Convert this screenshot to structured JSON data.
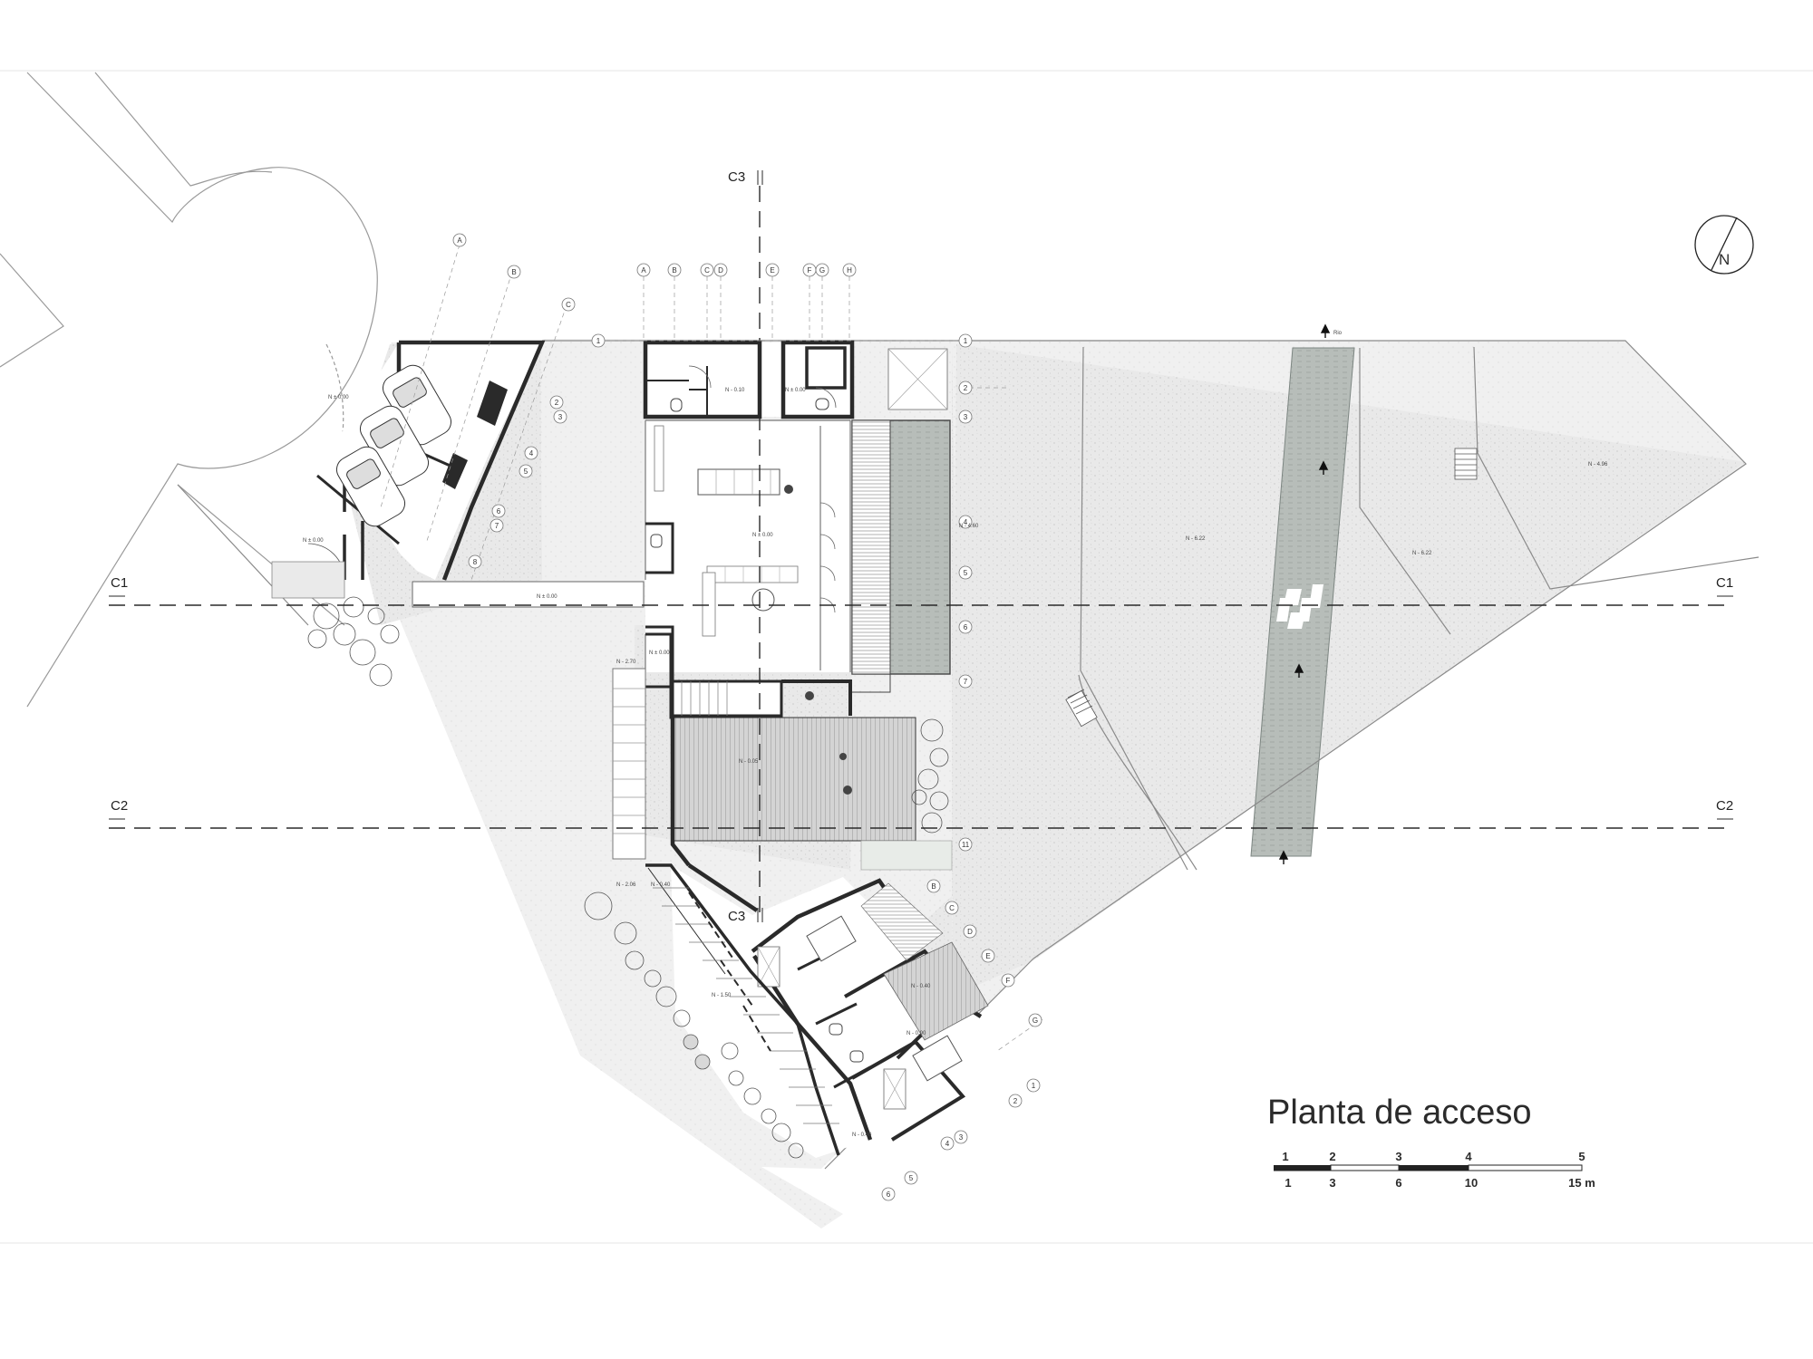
{
  "title": "Planta de acceso",
  "north_label": "N",
  "sections": {
    "c1": "C1",
    "c2": "C2",
    "c3": "C3"
  },
  "scale_bar": {
    "top_ticks": [
      "1",
      "2",
      "3",
      "4",
      "5"
    ],
    "bottom_ticks": [
      "1",
      "3",
      "6",
      "10",
      "15 m"
    ]
  },
  "grid_letters_top": [
    "A",
    "B",
    "C",
    "D",
    "E",
    "F",
    "G",
    "H"
  ],
  "grid_letters_garage": [
    "A",
    "B",
    "C"
  ],
  "grid_numbers_main": [
    "1",
    "2",
    "3",
    "4",
    "5",
    "6",
    "7",
    "11"
  ],
  "grid_numbers_garage": [
    "1",
    "2",
    "3",
    "4",
    "5",
    "6",
    "7",
    "8"
  ],
  "grid_letters_wing": [
    "B",
    "C",
    "D",
    "E",
    "F",
    "G"
  ],
  "grid_numbers_wing": [
    "1",
    "2",
    "3",
    "4",
    "5",
    "6"
  ],
  "levels": {
    "garage": "N ± 0.00",
    "patio": "N ± 0.00",
    "walkway": "N ± 0.00",
    "service": "N - 0.10",
    "bath_top": "N ± 0.00",
    "living": "N ± 0.00",
    "hall": "N ± 0.00",
    "pool": "N - 4.60",
    "lawn_mid": "N - 6.22",
    "lawn_right": "N - 6.22",
    "lawn_far": "N - 4.96",
    "stair_low": "N - 2.70",
    "deck": "N - 0.05",
    "wing_a": "N - 0.40",
    "wing_b": "N - 2.06",
    "wing_c": "N - 1.50",
    "room_a": "N - 0.40",
    "room_b": "N - 0.90",
    "room_c": "N - 0.40"
  },
  "river_label": "Rio",
  "colors": {
    "wall": "#2a2a2a",
    "line": "#8a8a8a",
    "river": "#b8bfbb",
    "lawn": "#e4e4e4",
    "pool": "#b3b8b5"
  }
}
